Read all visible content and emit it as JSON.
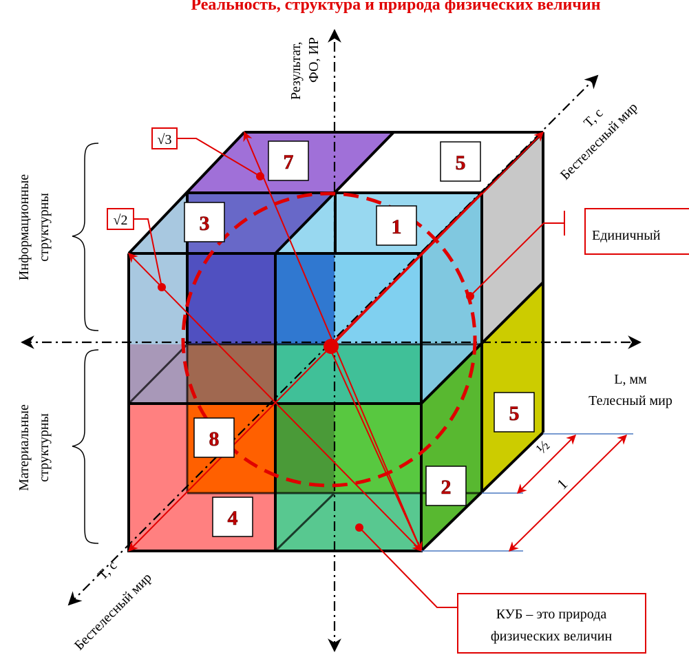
{
  "title": "Реальность, структура и природа физических величин",
  "axes": {
    "vertical_line1": "Результат,",
    "vertical_line2": "ФО, ИР",
    "horizontal_line1": "L, мм",
    "horizontal_line2": "Телесный мир",
    "depth_back_line1": "T, c",
    "depth_back_line2": "Бестелесный мир",
    "depth_front_line1": "T, c",
    "depth_front_line2": "Бестелесный мир"
  },
  "left_groups": {
    "upper_line1": "Информационные",
    "upper_line2": "структурны",
    "lower_line1": "Материальные",
    "lower_line2": "структурны"
  },
  "cells": {
    "c1": "1",
    "c2": "2",
    "c3": "3",
    "c4": "4",
    "c5_top": "5",
    "c5_right": "5",
    "c7": "7",
    "c8": "8"
  },
  "diagonals": {
    "sqrt2": "√2",
    "sqrt3": "√3"
  },
  "dimensions": {
    "half": "½",
    "one": "1"
  },
  "callouts": {
    "unit": "Единичный",
    "cube_line1": "КУБ – это природа",
    "cube_line2": "физических величин"
  },
  "colors": {
    "accent_red": "#e00000",
    "purple_top": "#a070d8",
    "blue_info": "#5050c0",
    "cyan_info": "#80d0f0",
    "green_mat": "#50c040",
    "orange_mat": "#ff6000",
    "pink_mat": "#ff8080",
    "yellow_side": "#cccc00",
    "grey_side": "#c8c8c8"
  }
}
